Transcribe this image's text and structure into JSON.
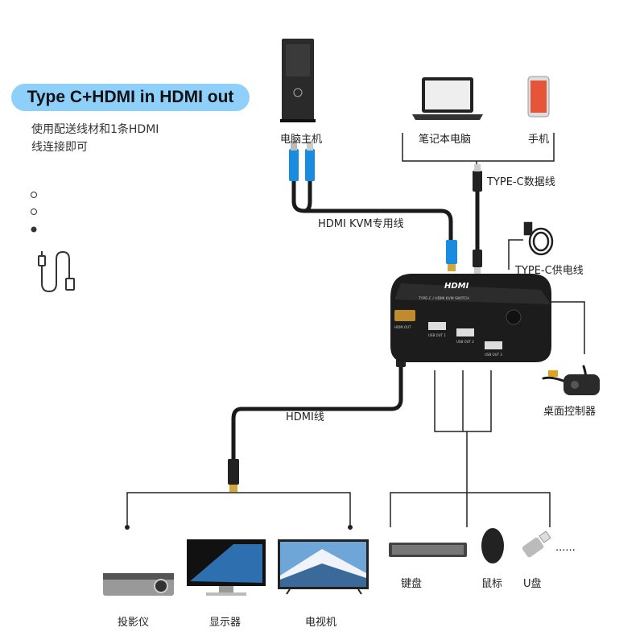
{
  "title": "Type C+HDMI in HDMI out",
  "description": [
    "使用配送线材和1条HDMI",
    "线连接即可"
  ],
  "pagination": {
    "count": 3,
    "active": 3
  },
  "labels": {
    "pc": "电脑主机",
    "laptop": "笔记本电脑",
    "phone": "手机",
    "typec_data": "TYPE-C数据线",
    "hdmi_kvm": "HDMI KVM专用线",
    "typec_power": "TYPE-C供电线",
    "desk_controller": "桌面控制器",
    "hdmi_cable": "HDMI线",
    "projector": "投影仪",
    "monitor": "显示器",
    "tv": "电视机",
    "keyboard": "键盘",
    "mouse": "鼠标",
    "usb_drive": "U盘",
    "more": "......"
  },
  "device": {
    "logo": "HDMI",
    "model": "TYPE-C / HDMI KVM SWITCH",
    "ports": [
      "HDMI OUT",
      "USB OUT 1",
      "USB OUT 2",
      "USB OUT 3"
    ]
  },
  "colors": {
    "title_bg": "#8fd0fb",
    "cable_plug": "#1a8ce0",
    "device": "#1c1c1c"
  }
}
